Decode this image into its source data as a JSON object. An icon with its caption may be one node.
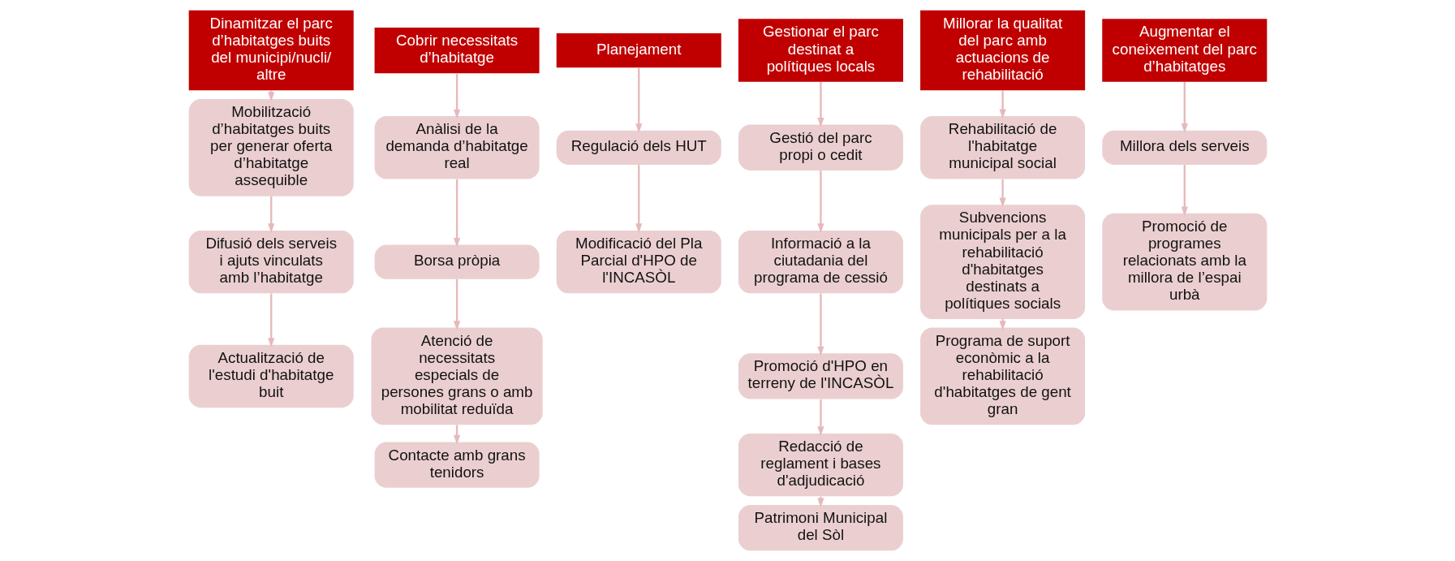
{
  "diagram": {
    "nodes": [
      {
        "text": [
          "Dinamitzar el parc d’habitatges buits del municipi/nucli/ altre"
        ]
      },
      {
        "text": [
          "Mobilització d’habitatges buits per generar oferta d’habitatge assequible"
        ]
      },
      {
        "text": [
          "Difusió dels serveis i ajuts vinculats amb l’habitatge"
        ]
      },
      {
        "text": [
          "Actualització de l'estudi d'habitatge buit"
        ]
      },
      {
        "text": [
          "Cobrir necessitats d’habitatge"
        ]
      },
      {
        "text": [
          "Anàlisi de la demanda d’habitatge real"
        ]
      },
      {
        "text": [
          "Borsa pròpia"
        ]
      },
      {
        "text": [
          "Atenció de necessitats especials de persones grans o amb mobilitat reduïda"
        ]
      },
      {
        "text": [
          "Contacte amb grans tenidors"
        ]
      },
      {
        "text": [
          "Planejament"
        ]
      },
      {
        "text": [
          "Regulació dels HUT"
        ]
      },
      {
        "text": [
          "Modificació del Pla Parcial d'HPO de l'INCASÒL"
        ]
      },
      {
        "text": [
          "Gestionar el parc destinat a polítiques locals"
        ]
      },
      {
        "text": [
          "Gestió del parc propi o cedit"
        ]
      },
      {
        "text": [
          "Informació a la ciutadania del programa de cessió"
        ]
      },
      {
        "text": [
          "Promoció d'HPO en terreny de l'INCASÒL"
        ]
      },
      {
        "text": [
          "Redacció de reglament i bases d'adjudicació"
        ]
      },
      {
        "text": [
          "Patrimoni Municipal del Sòl"
        ]
      },
      {
        "text": [
          "Millorar la qualitat del parc amb actuacions de rehabilitació"
        ]
      },
      {
        "text": [
          "Rehabilitació de l'habitatge municipal social"
        ]
      },
      {
        "text": [
          "Subvencions municipals per a la rehabilitació d'habitatges destinats a polítiques socials"
        ]
      },
      {
        "text": [
          "Programa de suport econòmic a la rehabilitació d'habitatges de gent gran"
        ]
      },
      {
        "text": [
          "Augmentar el coneixement del parc d’habitatges"
        ]
      },
      {
        "text": [
          "Millora dels serveis"
        ]
      },
      {
        "text": [
          "Promoció de programes relacionats amb la millora de l’espai urbà"
        ]
      }
    ],
    "edges": [
      {
        "from": 0,
        "to": 1,
        "arrow": "to"
      },
      {
        "from": 1,
        "to": 2,
        "arrow": "to"
      },
      {
        "from": 2,
        "to": 3,
        "arrow": "to"
      },
      {
        "from": 4,
        "to": 5,
        "arrow": "to"
      },
      {
        "from": 5,
        "to": 6,
        "arrow": "to"
      },
      {
        "from": 6,
        "to": 7,
        "arrow": "to"
      },
      {
        "from": 7,
        "to": 8,
        "arrow": "to"
      },
      {
        "from": 9,
        "to": 10,
        "arrow": "to"
      },
      {
        "from": 10,
        "to": 11,
        "arrow": "to"
      },
      {
        "from": 12,
        "to": 13,
        "arrow": "to"
      },
      {
        "from": 13,
        "to": 14,
        "arrow": "to"
      },
      {
        "from": 14,
        "to": 15,
        "arrow": "to"
      },
      {
        "from": 15,
        "to": 16,
        "arrow": "to"
      },
      {
        "from": 16,
        "to": 17,
        "arrow": "to"
      },
      {
        "from": 18,
        "to": 19,
        "arrow": "to"
      },
      {
        "from": 19,
        "to": 20,
        "arrow": "to"
      },
      {
        "from": 20,
        "to": 21,
        "arrow": "to"
      },
      {
        "from": 22,
        "to": 23,
        "arrow": "to"
      },
      {
        "from": 23,
        "to": 24,
        "arrow": "to"
      }
    ]
  }
}
